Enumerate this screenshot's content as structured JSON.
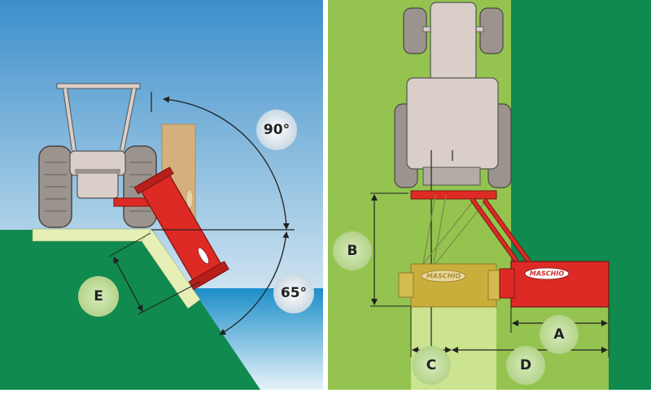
{
  "brand": {
    "text": "MASCHIO"
  },
  "angles": {
    "upper": "90°",
    "lower": "65°"
  },
  "dimensions": {
    "A": "A",
    "B": "B",
    "C": "C",
    "D": "D",
    "E": "E"
  },
  "colors": {
    "sky": "#5fa6d6",
    "water": "#3e9fd1",
    "grass_dark": "#108a4f",
    "grass_light": "#94c44f",
    "strip_pale": "#cce48f",
    "mower_red": "#dd2a25",
    "tractor_grey": "#d9cfc8",
    "tyre_grey": "#9a938e",
    "bubble": "#dde6ec"
  }
}
